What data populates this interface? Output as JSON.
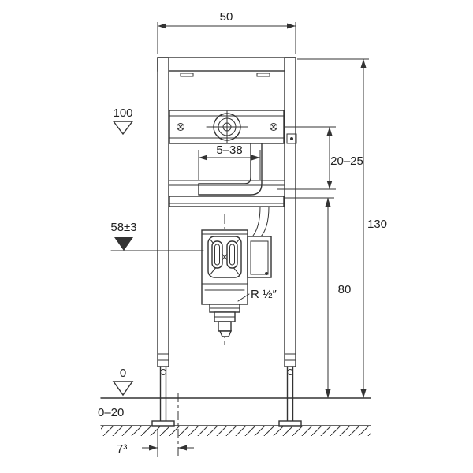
{
  "diagram": {
    "type": "technical-installation-drawing",
    "subject": "wall-mounted urinal installation frame, front view with dimensions (cm)",
    "colors": {
      "line": "#333333",
      "background": "#ffffff"
    },
    "dimensions": {
      "frame_width_top": "50",
      "inset_depth_range": "5–38",
      "supply_drop_range": "20–25",
      "total_height": "130",
      "lower_section_height": "80",
      "foot_offset": "7³"
    },
    "levels": {
      "supply_level": "100",
      "outlet_level": "58±3",
      "finished_floor": "0",
      "floor_buildup_range": "0–20"
    },
    "annotations": {
      "thread_size": "R ½″"
    }
  }
}
